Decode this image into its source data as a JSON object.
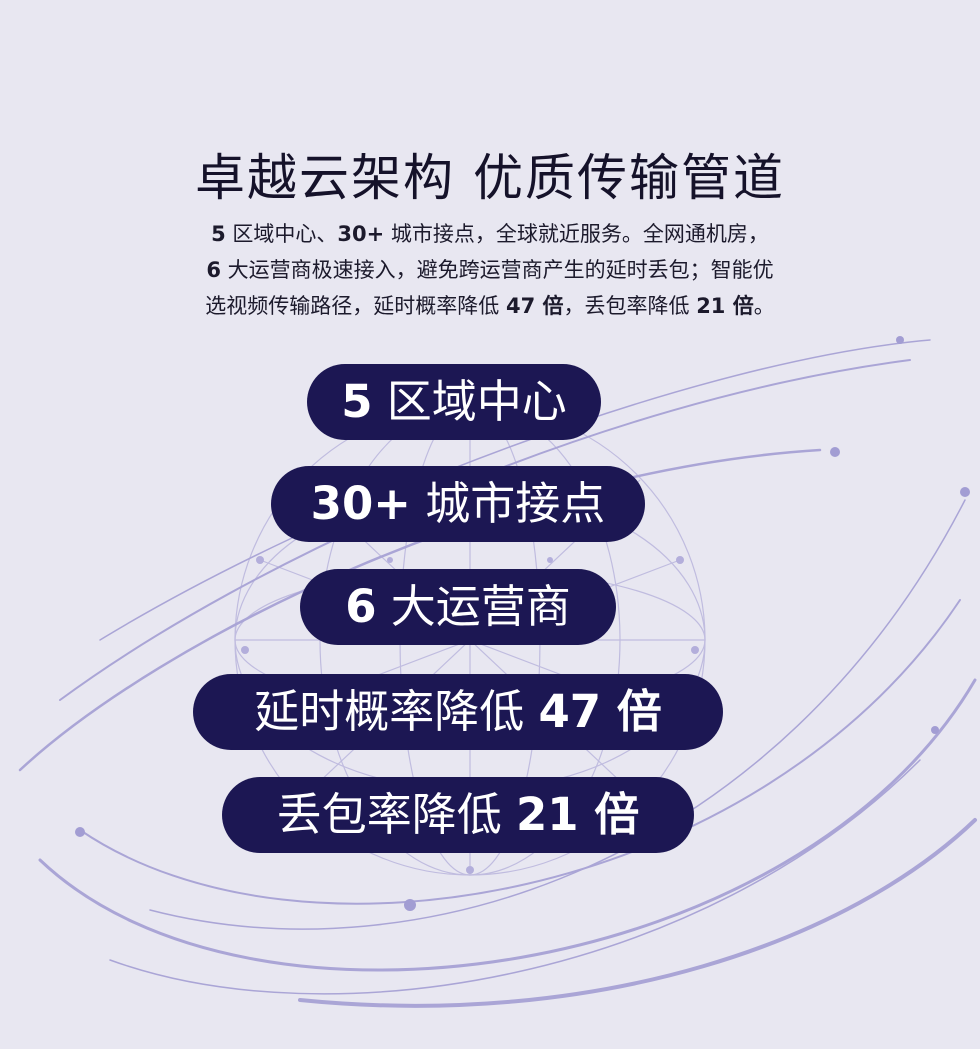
{
  "header": {
    "title": "卓越云架构 优质传输管道"
  },
  "description": {
    "line1": {
      "n1": "5",
      "t1": " 区域中心、",
      "n2": "30+",
      "t2": " 城市接点，全球就近服务。全网通机房，"
    },
    "line2": {
      "n1": "6",
      "t1": " 大运营商极速接入，避免跨运营商产生的延时丢包；智能优"
    },
    "line3": {
      "t1": "选视频传输路径，延时概率降低 ",
      "n1": "47 倍",
      "t2": "，丢包率降低 ",
      "n2": "21 倍",
      "t3": "。"
    }
  },
  "highlights": [
    {
      "num": "5",
      "text": " 区域中心"
    },
    {
      "num": "30+",
      "text": " 城市接点"
    },
    {
      "num": "6",
      "text": " 大运营商"
    },
    {
      "text": "延时概率降低 ",
      "num": "47 倍"
    },
    {
      "text": "丢包率降低 ",
      "num": "21 倍"
    }
  ],
  "colors": {
    "background": "#e8e7f1",
    "pill": "#1c1753",
    "pill_text": "#ffffff",
    "globe": "#b7b3db",
    "orbit": "#a9a4d6"
  },
  "icons": {
    "globe": "wireframe-globe-icon",
    "orbits": "orbit-lines-decoration"
  }
}
